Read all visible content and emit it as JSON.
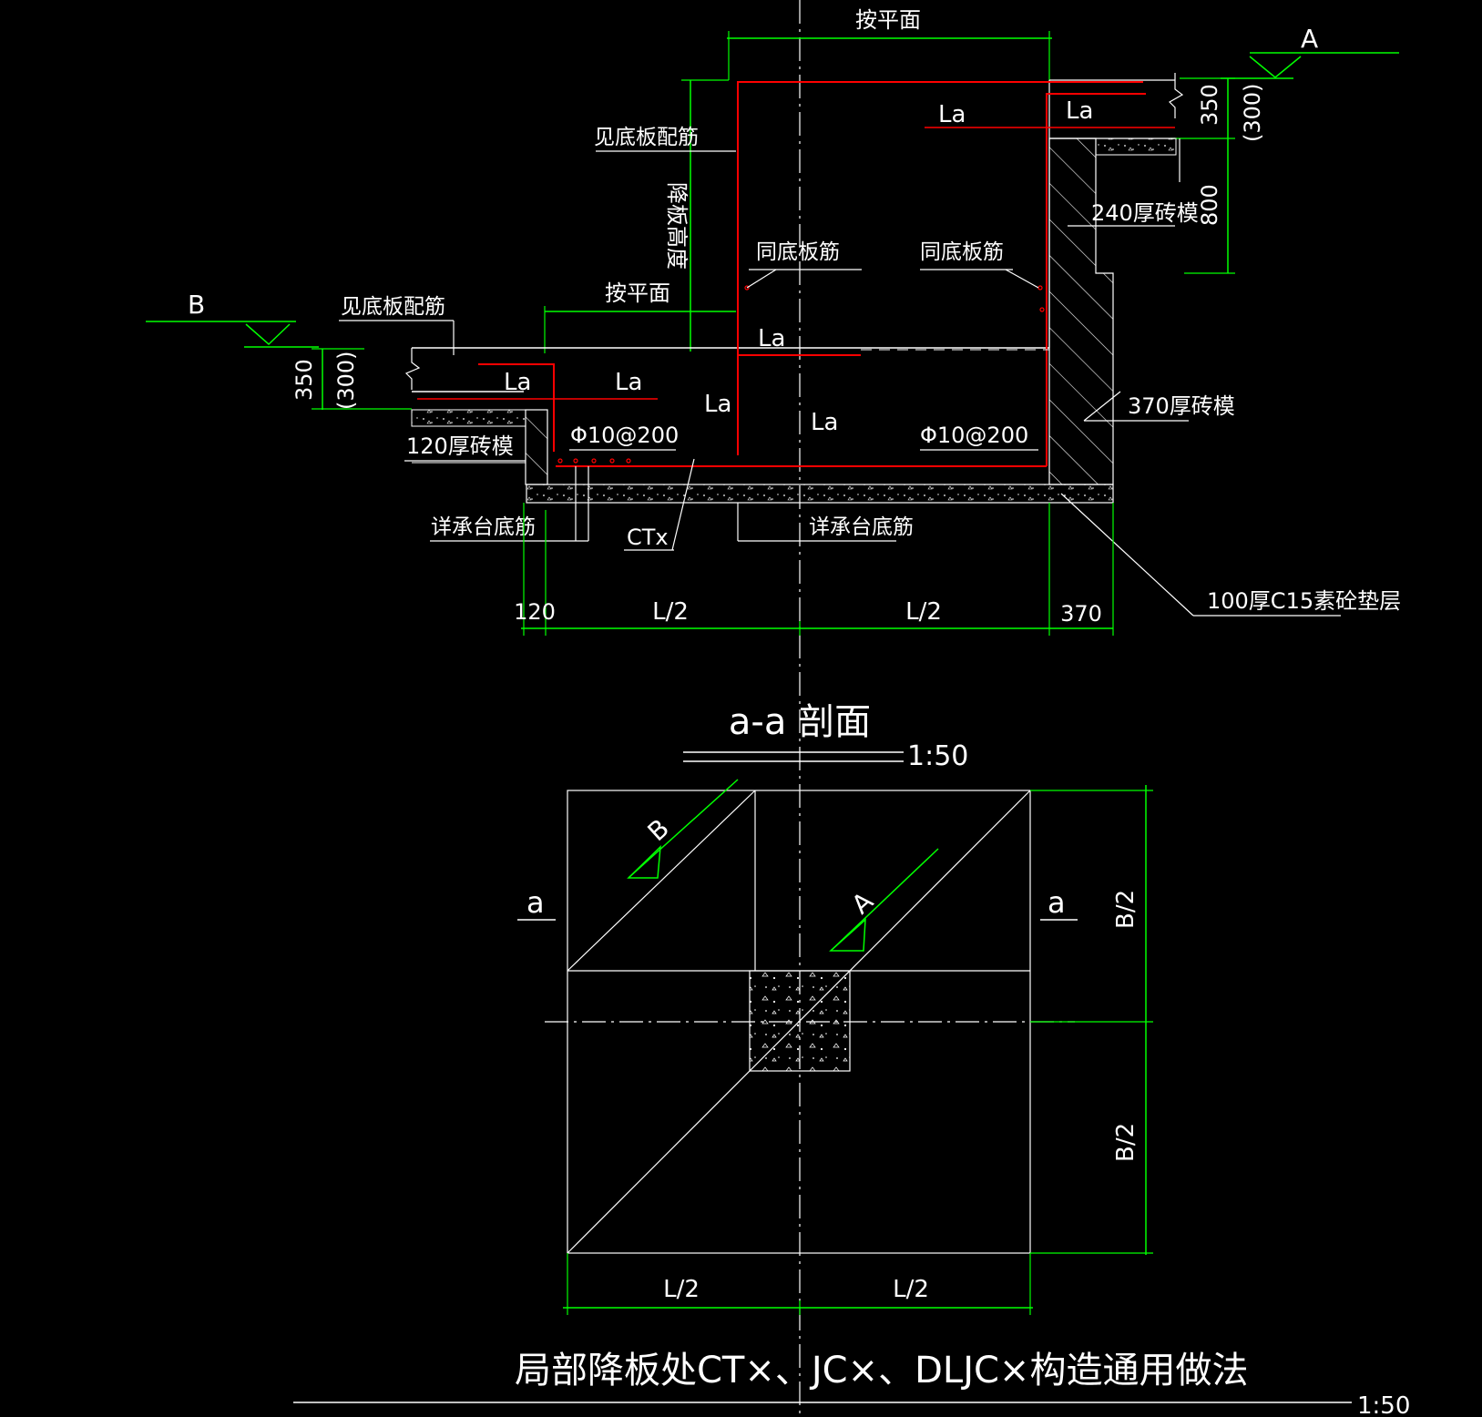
{
  "top_section": {
    "by_plan_top": "按平面",
    "by_plan_left": "按平面",
    "see_bottom_slab_top": "见底板配筋",
    "see_bottom_slab_left": "见底板配筋",
    "drop_height": "降板高度",
    "la": "La",
    "same_as_bottom_left": "同底板筋",
    "same_as_bottom_right": "同底板筋",
    "elev_A": "A",
    "elev_B": "B",
    "dim_350_right": "350",
    "dim_300_right": "(300)",
    "dim_800": "800",
    "dim_350_left": "350",
    "dim_300_left": "(300)",
    "wall_240": "240厚砖模",
    "wall_370": "370厚砖模",
    "wall_120": "120厚砖模",
    "rebar_left": "Φ10@200",
    "rebar_right": "Φ10@200",
    "cap_bottom_left": "详承台底筋",
    "cap_bottom_right": "详承台底筋",
    "ctx": "CTx",
    "cushion": "100厚C15素砼垫层",
    "dim_120": "120",
    "dim_l2_left": "L/2",
    "dim_l2_right": "L/2",
    "dim_370": "370"
  },
  "section_title": {
    "name": "a-a 剖面",
    "scale": "1:50"
  },
  "plan": {
    "cut_left": "a",
    "cut_right": "a",
    "mark_B": "B",
    "mark_A": "A",
    "dim_b2_top": "B/2",
    "dim_b2_bottom": "B/2",
    "dim_l2_left": "L/2",
    "dim_l2_right": "L/2"
  },
  "footer": {
    "title": "局部降板处CT×、JC×、DLJC×构造通用做法",
    "scale": "1:50"
  },
  "colors": {
    "background": "#000000",
    "lines": "#ffffff",
    "dimensions": "#00ff00",
    "rebar": "#ff0000"
  }
}
